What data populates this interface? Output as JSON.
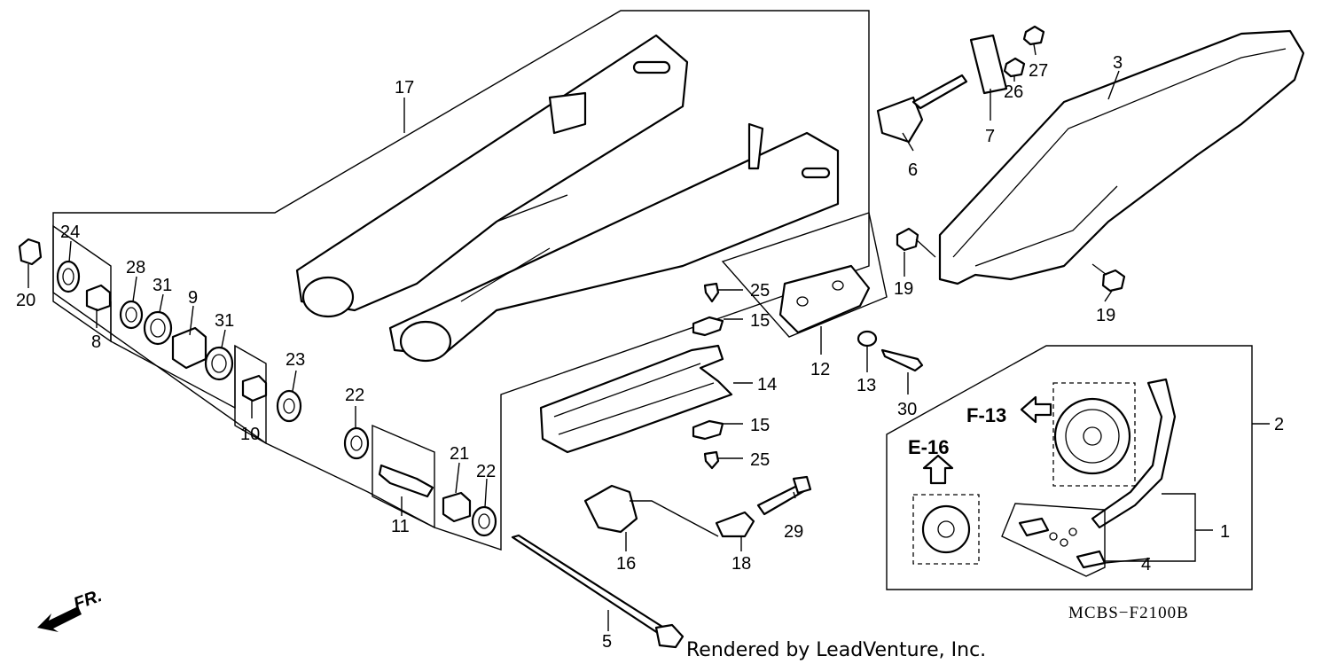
{
  "callouts": {
    "p1": "1",
    "p2": "2",
    "p3": "3",
    "p4": "4",
    "p5": "5",
    "p6": "6",
    "p7": "7",
    "p8": "8",
    "p9": "9",
    "p10": "10",
    "p11": "11",
    "p12": "12",
    "p13": "13",
    "p14": "14",
    "p15a": "15",
    "p15b": "15",
    "p16": "16",
    "p17": "17",
    "p18": "18",
    "p19a": "19",
    "p19b": "19",
    "p20": "20",
    "p21": "21",
    "p22a": "22",
    "p22b": "22",
    "p23": "23",
    "p24": "24",
    "p25a": "25",
    "p25b": "25",
    "p26": "26",
    "p27": "27",
    "p28": "28",
    "p29": "29",
    "p30": "30",
    "p31a": "31",
    "p31b": "31"
  },
  "refs": {
    "f13": "F-13",
    "e16": "E-16"
  },
  "direction_label": "FR.",
  "diagram_code": "MCBS−F2100B",
  "credit": "Rendered by LeadVenture, Inc."
}
